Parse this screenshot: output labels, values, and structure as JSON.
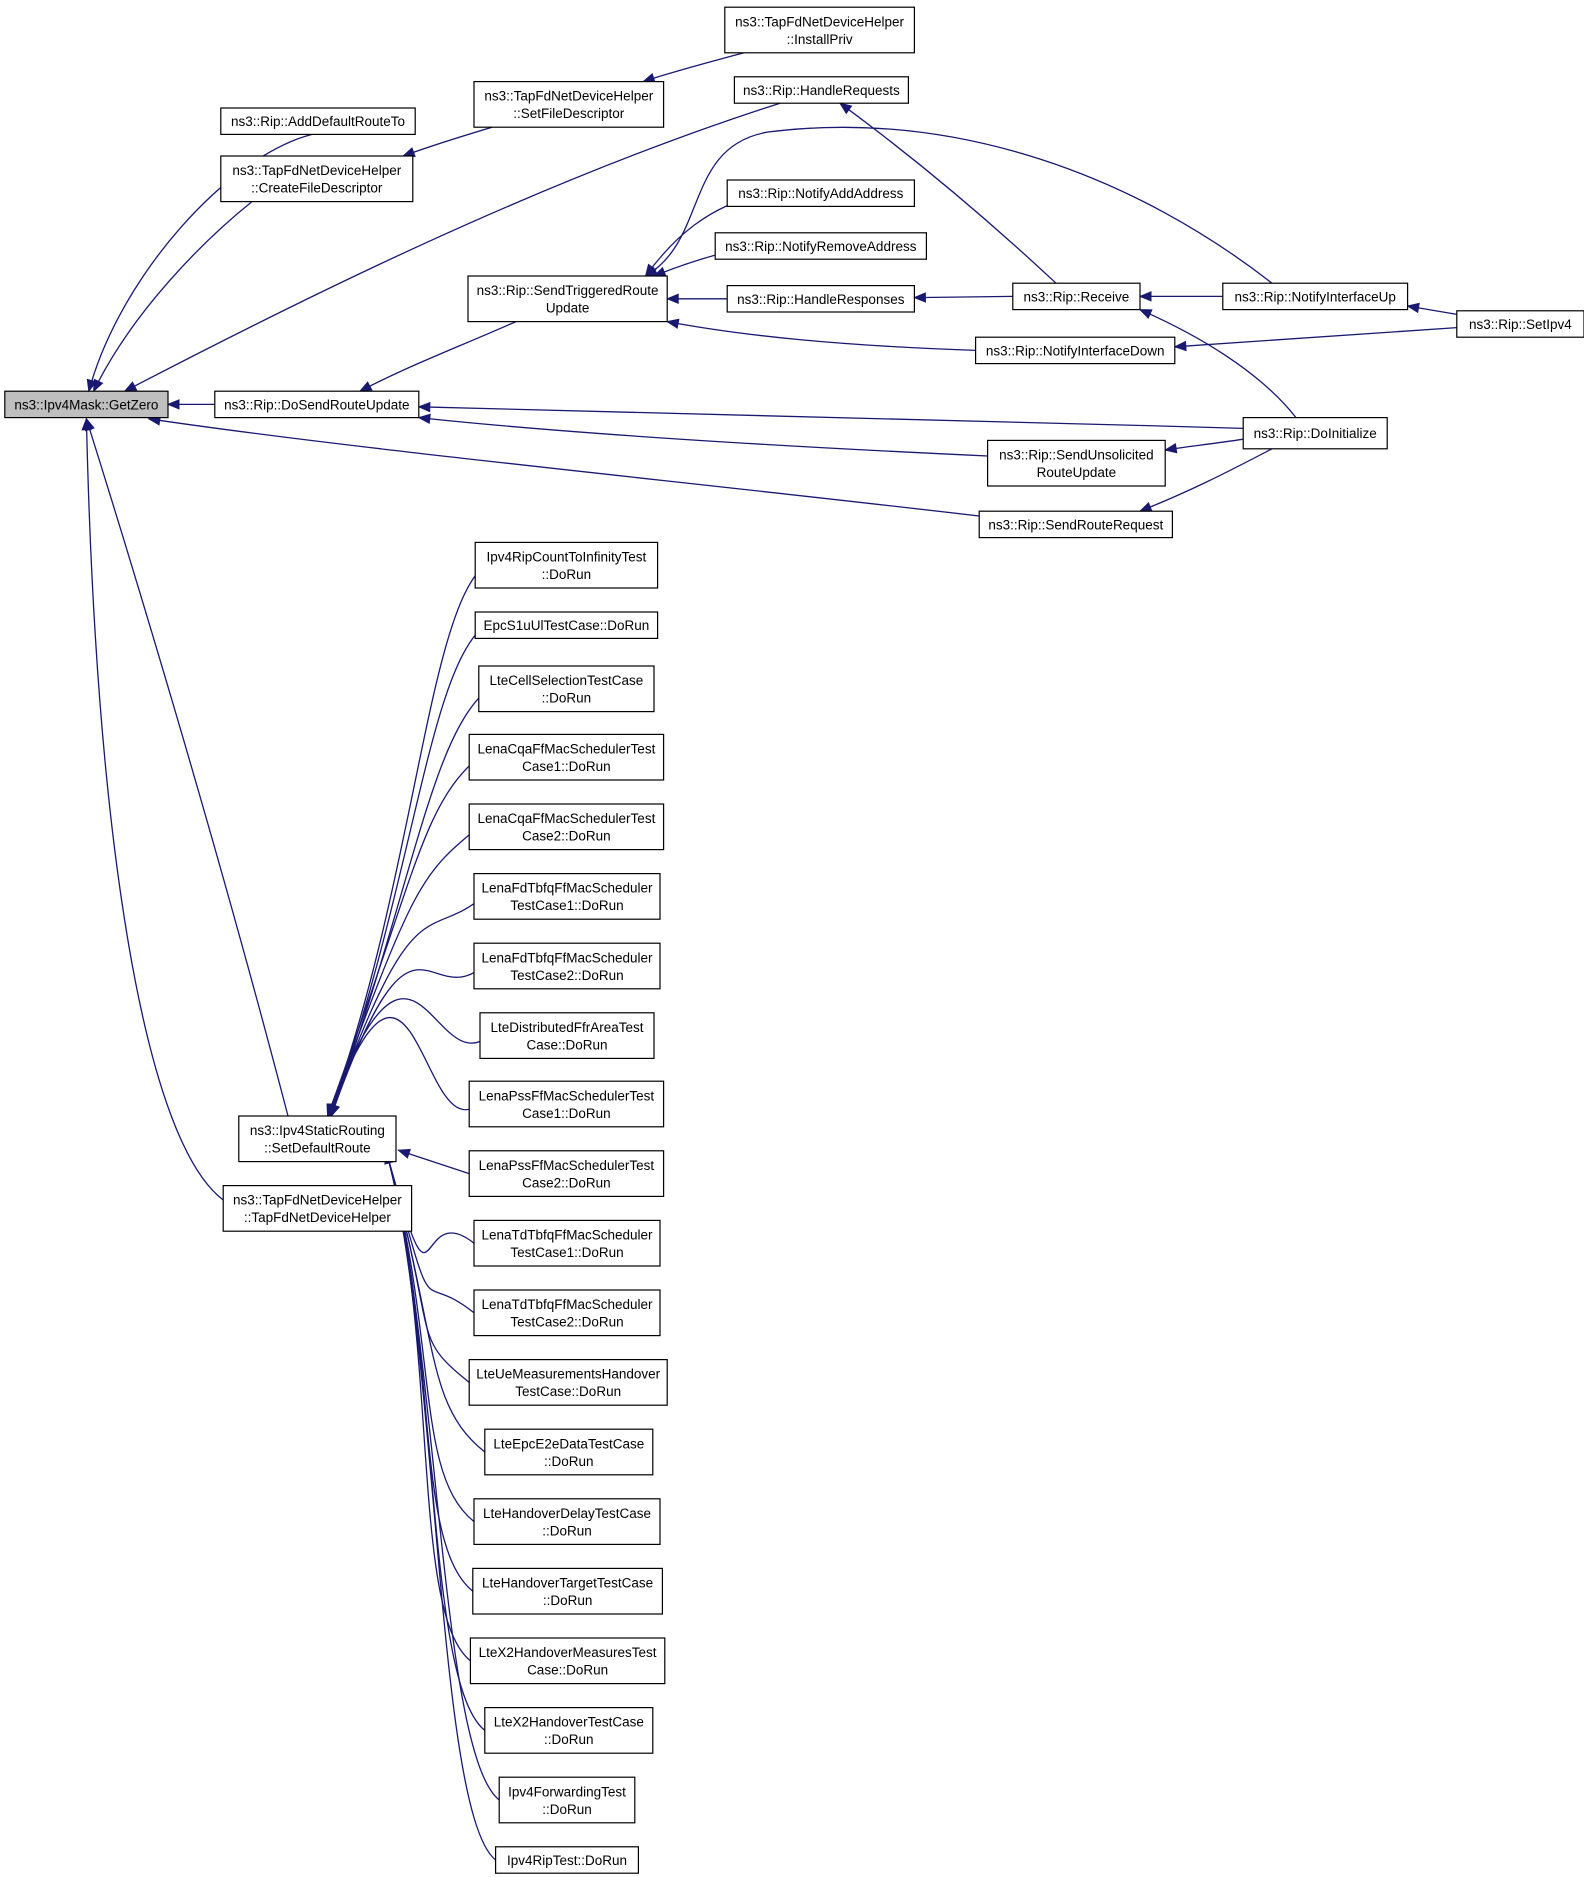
{
  "colors": {
    "edge": "#191970",
    "root_fill": "#bfbfbf",
    "node_fill": "#ffffff",
    "node_stroke": "#000000"
  },
  "nodes": [
    {
      "id": "getzero",
      "lines": [
        "ns3::Ipv4Mask::GetZero"
      ],
      "root": true
    },
    {
      "id": "adddefault",
      "lines": [
        "ns3::Rip::AddDefaultRouteTo"
      ]
    },
    {
      "id": "createfd",
      "lines": [
        "ns3::TapFdNetDeviceHelper",
        "::CreateFileDescriptor"
      ]
    },
    {
      "id": "setfd",
      "lines": [
        "ns3::TapFdNetDeviceHelper",
        "::SetFileDescriptor"
      ]
    },
    {
      "id": "installpriv",
      "lines": [
        "ns3::TapFdNetDeviceHelper",
        "::InstallPriv"
      ]
    },
    {
      "id": "handlerequests",
      "lines": [
        "ns3::Rip::HandleRequests"
      ]
    },
    {
      "id": "notifyadd",
      "lines": [
        "ns3::Rip::NotifyAddAddress"
      ]
    },
    {
      "id": "notifyremove",
      "lines": [
        "ns3::Rip::NotifyRemoveAddress"
      ]
    },
    {
      "id": "sendtriggered",
      "lines": [
        "ns3::Rip::SendTriggeredRoute",
        "Update"
      ]
    },
    {
      "id": "handleresponses",
      "lines": [
        "ns3::Rip::HandleResponses"
      ]
    },
    {
      "id": "receive",
      "lines": [
        "ns3::Rip::Receive"
      ]
    },
    {
      "id": "notifyup",
      "lines": [
        "ns3::Rip::NotifyInterfaceUp"
      ]
    },
    {
      "id": "setipv4",
      "lines": [
        "ns3::Rip::SetIpv4"
      ]
    },
    {
      "id": "notifydown",
      "lines": [
        "ns3::Rip::NotifyInterfaceDown"
      ]
    },
    {
      "id": "dosend",
      "lines": [
        "ns3::Rip::DoSendRouteUpdate"
      ]
    },
    {
      "id": "doinit",
      "lines": [
        "ns3::Rip::DoInitialize"
      ]
    },
    {
      "id": "sendunsol",
      "lines": [
        "ns3::Rip::SendUnsolicited",
        "RouteUpdate"
      ]
    },
    {
      "id": "sendreq",
      "lines": [
        "ns3::Rip::SendRouteRequest"
      ]
    },
    {
      "id": "setdefault",
      "lines": [
        "ns3::Ipv4StaticRouting",
        "::SetDefaultRoute"
      ]
    },
    {
      "id": "tapctor",
      "lines": [
        "ns3::TapFdNetDeviceHelper",
        "::TapFdNetDeviceHelper"
      ]
    },
    {
      "id": "t01",
      "lines": [
        "Ipv4RipCountToInfinityTest",
        "::DoRun"
      ]
    },
    {
      "id": "t02",
      "lines": [
        "EpcS1uUlTestCase::DoRun"
      ]
    },
    {
      "id": "t03",
      "lines": [
        "LteCellSelectionTestCase",
        "::DoRun"
      ]
    },
    {
      "id": "t04",
      "lines": [
        "LenaCqaFfMacSchedulerTest",
        "Case1::DoRun"
      ]
    },
    {
      "id": "t05",
      "lines": [
        "LenaCqaFfMacSchedulerTest",
        "Case2::DoRun"
      ]
    },
    {
      "id": "t06",
      "lines": [
        "LenaFdTbfqFfMacScheduler",
        "TestCase1::DoRun"
      ]
    },
    {
      "id": "t07",
      "lines": [
        "LenaFdTbfqFfMacScheduler",
        "TestCase2::DoRun"
      ]
    },
    {
      "id": "t08",
      "lines": [
        "LteDistributedFfrAreaTest",
        "Case::DoRun"
      ]
    },
    {
      "id": "t09",
      "lines": [
        "LenaPssFfMacSchedulerTest",
        "Case1::DoRun"
      ]
    },
    {
      "id": "t10",
      "lines": [
        "LenaPssFfMacSchedulerTest",
        "Case2::DoRun"
      ]
    },
    {
      "id": "t11",
      "lines": [
        "LenaTdTbfqFfMacScheduler",
        "TestCase1::DoRun"
      ]
    },
    {
      "id": "t12",
      "lines": [
        "LenaTdTbfqFfMacScheduler",
        "TestCase2::DoRun"
      ]
    },
    {
      "id": "t13",
      "lines": [
        "LteUeMeasurementsHandover",
        "TestCase::DoRun"
      ]
    },
    {
      "id": "t14",
      "lines": [
        "LteEpcE2eDataTestCase",
        "::DoRun"
      ]
    },
    {
      "id": "t15",
      "lines": [
        "LteHandoverDelayTestCase",
        "::DoRun"
      ]
    },
    {
      "id": "t16",
      "lines": [
        "LteHandoverTargetTestCase",
        "::DoRun"
      ]
    },
    {
      "id": "t17",
      "lines": [
        "LteX2HandoverMeasuresTest",
        "Case::DoRun"
      ]
    },
    {
      "id": "t18",
      "lines": [
        "LteX2HandoverTestCase",
        "::DoRun"
      ]
    },
    {
      "id": "t19",
      "lines": [
        "Ipv4ForwardingTest",
        "::DoRun"
      ]
    },
    {
      "id": "t20",
      "lines": [
        "Ipv4RipTest::DoRun"
      ]
    }
  ],
  "edges": [
    {
      "from": "adddefault",
      "to": "getzero"
    },
    {
      "from": "createfd",
      "to": "getzero"
    },
    {
      "from": "handlerequests",
      "to": "getzero"
    },
    {
      "from": "dosend",
      "to": "getzero"
    },
    {
      "from": "sendreq",
      "to": "getzero"
    },
    {
      "from": "setdefault",
      "to": "getzero"
    },
    {
      "from": "tapctor",
      "to": "getzero"
    },
    {
      "from": "setfd",
      "to": "createfd"
    },
    {
      "from": "installpriv",
      "to": "setfd"
    },
    {
      "from": "receive",
      "to": "handlerequests"
    },
    {
      "from": "notifyadd",
      "to": "sendtriggered"
    },
    {
      "from": "notifyremove",
      "to": "sendtriggered"
    },
    {
      "from": "handleresponses",
      "to": "sendtriggered"
    },
    {
      "from": "notifydown",
      "to": "sendtriggered"
    },
    {
      "from": "notifyup",
      "to": "sendtriggered"
    },
    {
      "from": "sendtriggered",
      "to": "dosend"
    },
    {
      "from": "receive",
      "to": "handleresponses"
    },
    {
      "from": "notifyup",
      "to": "receive"
    },
    {
      "from": "doinit",
      "to": "receive"
    },
    {
      "from": "setipv4",
      "to": "notifyup"
    },
    {
      "from": "setipv4",
      "to": "notifydown"
    },
    {
      "from": "doinit",
      "to": "dosend"
    },
    {
      "from": "sendunsol",
      "to": "dosend"
    },
    {
      "from": "doinit",
      "to": "sendunsol"
    },
    {
      "from": "doinit",
      "to": "sendreq"
    },
    {
      "from": "t01",
      "to": "setdefault"
    },
    {
      "from": "t02",
      "to": "setdefault"
    },
    {
      "from": "t03",
      "to": "setdefault"
    },
    {
      "from": "t04",
      "to": "setdefault"
    },
    {
      "from": "t05",
      "to": "setdefault"
    },
    {
      "from": "t06",
      "to": "setdefault"
    },
    {
      "from": "t07",
      "to": "setdefault"
    },
    {
      "from": "t08",
      "to": "setdefault"
    },
    {
      "from": "t09",
      "to": "setdefault"
    },
    {
      "from": "t10",
      "to": "setdefault"
    },
    {
      "from": "t11",
      "to": "setdefault"
    },
    {
      "from": "t12",
      "to": "setdefault"
    },
    {
      "from": "t13",
      "to": "setdefault"
    },
    {
      "from": "t14",
      "to": "setdefault"
    },
    {
      "from": "t15",
      "to": "setdefault"
    },
    {
      "from": "t16",
      "to": "setdefault"
    },
    {
      "from": "t17",
      "to": "setdefault"
    },
    {
      "from": "t18",
      "to": "setdefault"
    },
    {
      "from": "t19",
      "to": "setdefault"
    },
    {
      "from": "t20",
      "to": "setdefault"
    }
  ]
}
